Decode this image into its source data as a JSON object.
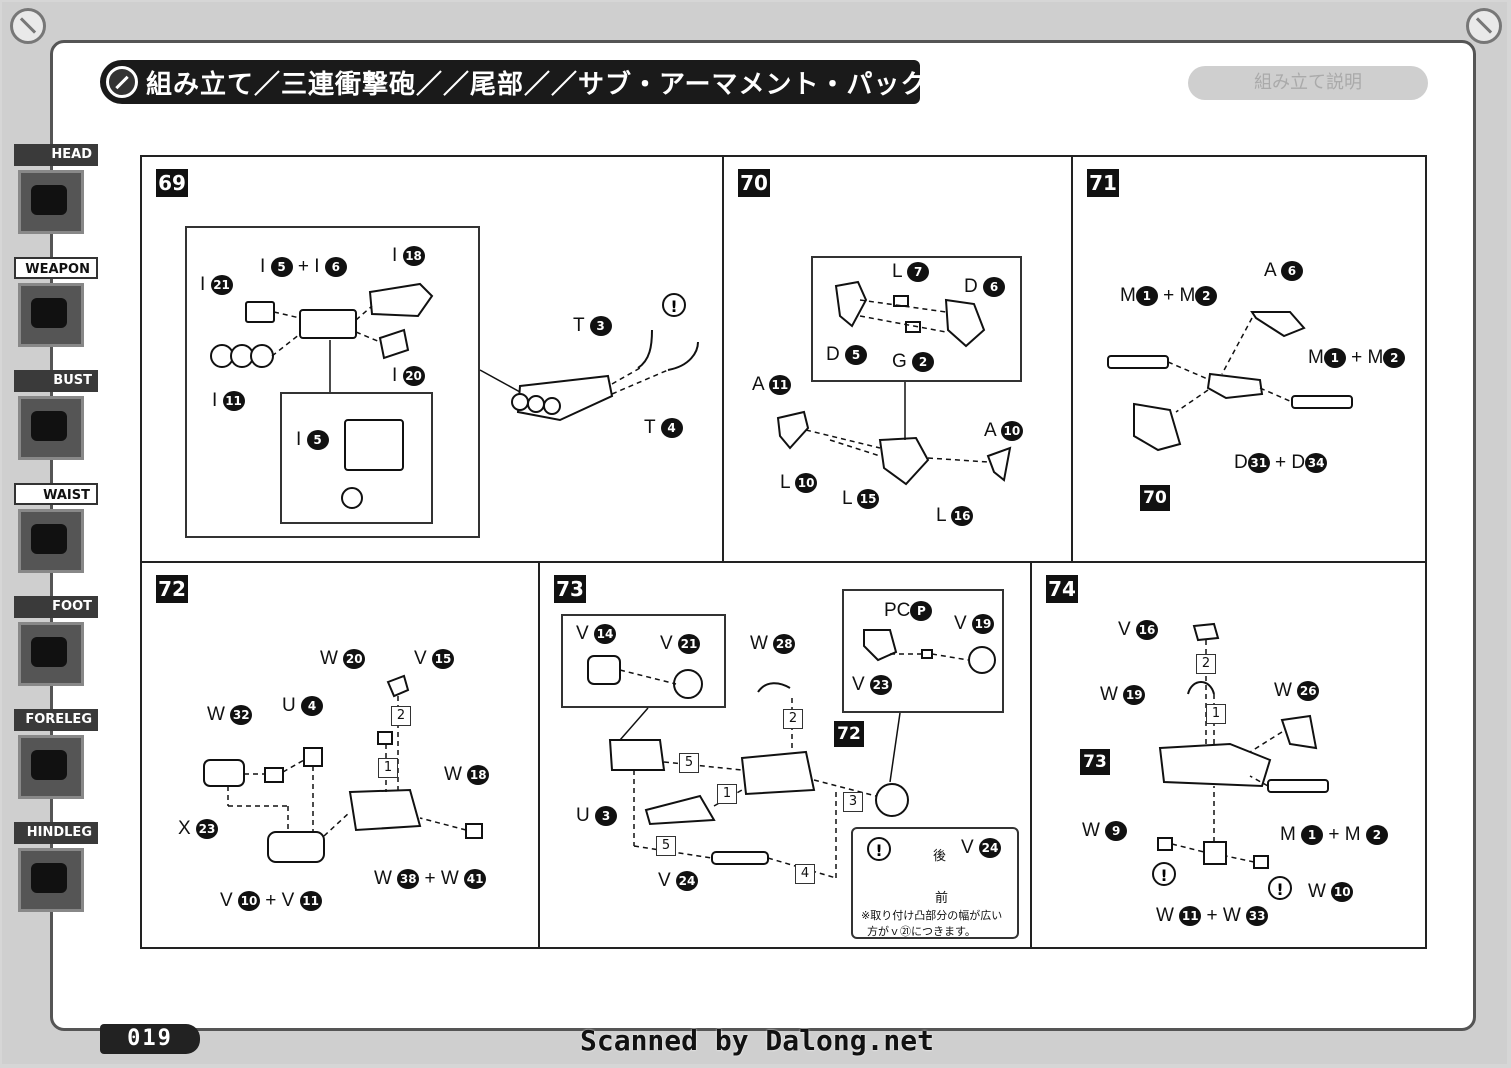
{
  "header": {
    "title": "組み立て／三連衝撃砲／／尾部／／サブ・アーマメント・パック",
    "ghost_label": "組み立て説明"
  },
  "sidebar": {
    "tabs": [
      {
        "label": "HEAD",
        "active": false
      },
      {
        "label": "WEAPON",
        "active": true
      },
      {
        "label": "BUST",
        "active": false
      },
      {
        "label": "WAIST",
        "active": true
      },
      {
        "label": "FOOT",
        "active": false
      },
      {
        "label": "FORELEG",
        "active": false
      },
      {
        "label": "HINDLEG",
        "active": false
      }
    ]
  },
  "steps": {
    "s69": {
      "num": "69"
    },
    "s70": {
      "num": "70"
    },
    "s71": {
      "num": "71"
    },
    "s72": {
      "num": "72"
    },
    "s73": {
      "num": "73"
    },
    "s74": {
      "num": "74"
    }
  },
  "labels": {
    "p69_i5_i6": {
      "l1": "I",
      "n1": "5",
      "plus": "+ I",
      "n2": "6"
    },
    "p69_i18": {
      "l": "I",
      "n": "18"
    },
    "p69_i21": {
      "l": "I",
      "n": "21"
    },
    "p69_i20": {
      "l": "I",
      "n": "20"
    },
    "p69_i11": {
      "l": "I",
      "n": "11"
    },
    "p69_i5b": {
      "l": "I",
      "n": "5"
    },
    "p69_t3": {
      "l": "T",
      "n": "3"
    },
    "p69_t4": {
      "l": "T",
      "n": "4"
    },
    "p70_l7": {
      "l": "L",
      "n": "7"
    },
    "p70_d6": {
      "l": "D",
      "n": "6"
    },
    "p70_d5": {
      "l": "D",
      "n": "5"
    },
    "p70_g2": {
      "l": "G",
      "n": "2"
    },
    "p70_a11": {
      "l": "A",
      "n": "11"
    },
    "p70_a10": {
      "l": "A",
      "n": "10"
    },
    "p70_l10": {
      "l": "L",
      "n": "10"
    },
    "p70_l15": {
      "l": "L",
      "n": "15"
    },
    "p70_l16": {
      "l": "L",
      "n": "16"
    },
    "p71_a6": {
      "l": "A",
      "n": "6"
    },
    "p71_m1m2a": {
      "l1": "M",
      "n1": "1",
      "plus": "+ M",
      "n2": "2"
    },
    "p71_m1m2b": {
      "l1": "M",
      "n1": "1",
      "plus": "+ M",
      "n2": "2"
    },
    "p71_d31d34": {
      "l1": "D",
      "n1": "31",
      "plus": "+ D",
      "n2": "34"
    },
    "p71_ref": "70",
    "p72_w20": {
      "l": "W",
      "n": "20"
    },
    "p72_v15": {
      "l": "V",
      "n": "15"
    },
    "p72_w32": {
      "l": "W",
      "n": "32"
    },
    "p72_u4": {
      "l": "U",
      "n": "4"
    },
    "p72_w18": {
      "l": "W",
      "n": "18"
    },
    "p72_x23": {
      "l": "X",
      "n": "23"
    },
    "p72_w38w41": {
      "l1": "W",
      "n1": "38",
      "plus": "+ W",
      "n2": "41"
    },
    "p72_v10v11": {
      "l1": "V",
      "n1": "10",
      "plus": "+ V",
      "n2": "11"
    },
    "p73_v14": {
      "l": "V",
      "n": "14"
    },
    "p73_v21": {
      "l": "V",
      "n": "21"
    },
    "p73_w28": {
      "l": "W",
      "n": "28"
    },
    "p73_pcp": {
      "l": "PC",
      "n": "P"
    },
    "p73_v19": {
      "l": "V",
      "n": "19"
    },
    "p73_v23": {
      "l": "V",
      "n": "23"
    },
    "p73_u3": {
      "l": "U",
      "n": "3"
    },
    "p73_v24": {
      "l": "V",
      "n": "24"
    },
    "p73_ref": "72",
    "p73_note_v24": {
      "l": "V",
      "n": "24"
    },
    "p73_note_back": "後",
    "p73_note_front": "前",
    "p73_note_line1": "※取り付け凸部分の幅が広い",
    "p73_note_line2": "方がｖ㉑につきます。",
    "p74_v16": {
      "l": "V",
      "n": "16"
    },
    "p74_w19": {
      "l": "W",
      "n": "19"
    },
    "p74_w26": {
      "l": "W",
      "n": "26"
    },
    "p74_ref": "73",
    "p74_w9": {
      "l": "W",
      "n": "9"
    },
    "p74_m1m2": {
      "l1": "M",
      "n1": "1",
      "plus": "+ M",
      "n2": "2"
    },
    "p74_w10": {
      "l": "W",
      "n": "10"
    },
    "p74_w11w33": {
      "l1": "W",
      "n1": "11",
      "plus": "+ W",
      "n2": "33"
    }
  },
  "order_marks": {
    "p72_1": "1",
    "p72_2": "2",
    "p73_5a": "5",
    "p73_1": "1",
    "p73_2": "2",
    "p73_3": "3",
    "p73_5b": "5",
    "p73_4": "4",
    "p74_1": "1",
    "p74_2": "2"
  },
  "warning_symbol": "!",
  "footer": {
    "page_number": "019",
    "scan_credit": "Scanned by Dalong.net"
  },
  "colors": {
    "ink": "#111111",
    "paper": "#ffffff",
    "frame": "#cfcfcf"
  }
}
